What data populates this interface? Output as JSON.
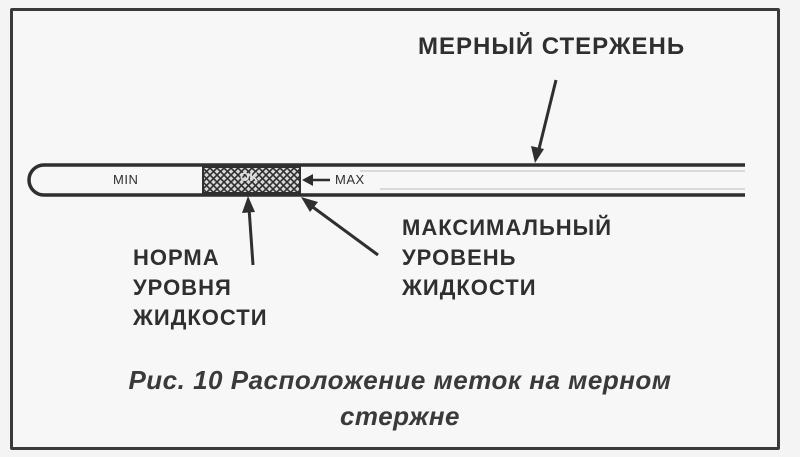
{
  "labels": {
    "dipstick": "МЕРНЫЙ СТЕРЖЕНЬ",
    "min": "MIN",
    "ok": "OK",
    "max": "MAX",
    "norm_level": [
      "НОРМА",
      "УРОВНЯ",
      "ЖИДКОСТИ"
    ],
    "max_level": [
      "МАКСИМАЛЬНЫЙ",
      "УРОВЕНЬ",
      "ЖИДКОСТИ"
    ]
  },
  "caption": {
    "line1": "Рис. 10 Расположение меток на мерном",
    "line2": "стержне"
  },
  "colors": {
    "ink": "#2f2f2f",
    "background": "#f7f7f7"
  }
}
